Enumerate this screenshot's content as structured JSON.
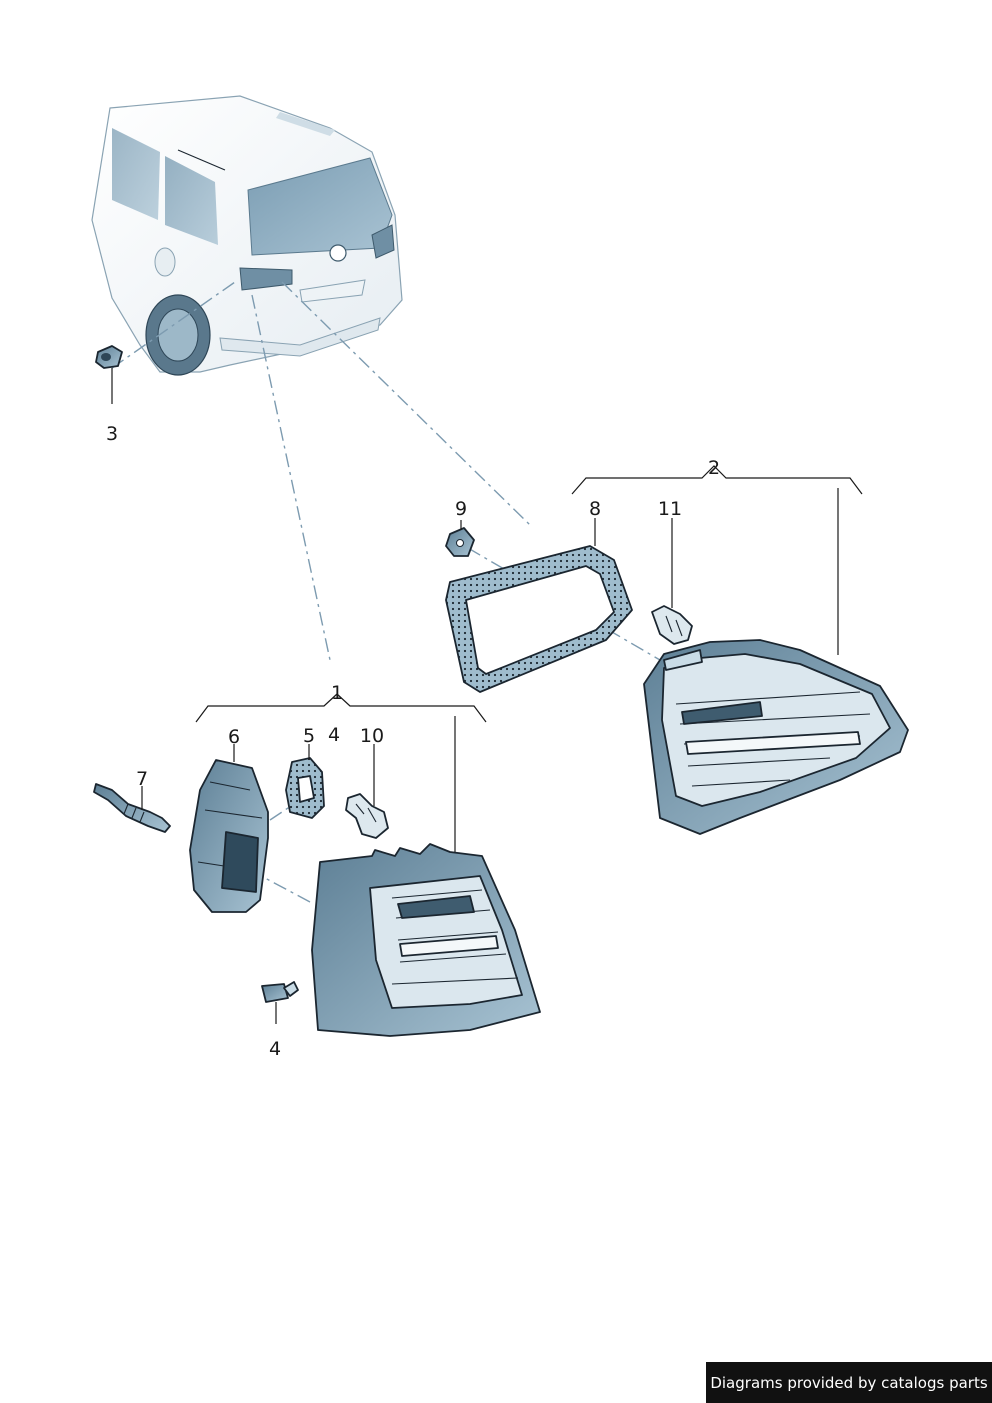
{
  "callouts": {
    "c1": "1",
    "c2": "2",
    "c3": "3",
    "c4a": "4",
    "c4b": "4",
    "c5": "5",
    "c6": "6",
    "c7": "7",
    "c8": "8",
    "c9": "9",
    "c10": "10",
    "c11": "11"
  },
  "footer": {
    "text": "Diagrams provided by catalogs parts"
  },
  "colors": {
    "part_fill": "#8fb0c4",
    "part_dark": "#4f6f85",
    "part_light": "#c9dce7",
    "outline": "#1b2630",
    "leader_dash": "#7d9bb0"
  }
}
